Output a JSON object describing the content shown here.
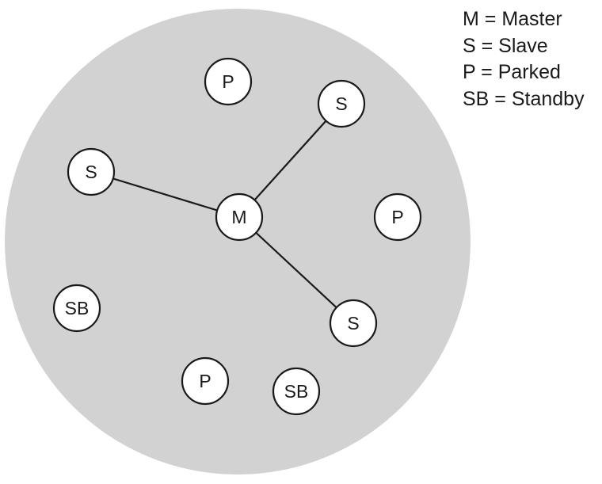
{
  "colors": {
    "piconet_fill": "#d2d2d2",
    "node_fill": "#ffffff",
    "outline": "#1a1a1a",
    "text": "#1a1a1a"
  },
  "legend": [
    {
      "text": "M = Master"
    },
    {
      "text": "S = Slave"
    },
    {
      "text": "P = Parked"
    },
    {
      "text": "SB = Standby"
    }
  ],
  "nodes": [
    {
      "id": "m1",
      "label": "M"
    },
    {
      "id": "s1",
      "label": "S"
    },
    {
      "id": "s2",
      "label": "S"
    },
    {
      "id": "s3",
      "label": "S"
    },
    {
      "id": "p1",
      "label": "P"
    },
    {
      "id": "p2",
      "label": "P"
    },
    {
      "id": "p3",
      "label": "P"
    },
    {
      "id": "sb1",
      "label": "SB"
    },
    {
      "id": "sb2",
      "label": "SB"
    }
  ],
  "links": [
    {
      "from": "m1",
      "to": "s1"
    },
    {
      "from": "m1",
      "to": "s2"
    },
    {
      "from": "m1",
      "to": "s3"
    }
  ]
}
